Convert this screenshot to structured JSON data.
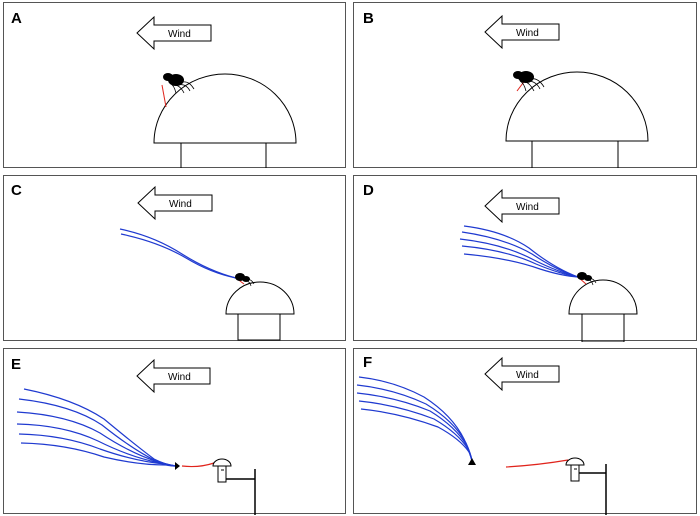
{
  "panels": [
    {
      "letter": "A",
      "wind_label": "Wind"
    },
    {
      "letter": "B",
      "wind_label": "Wind"
    },
    {
      "letter": "C",
      "wind_label": "Wind"
    },
    {
      "letter": "D",
      "wind_label": "Wind"
    },
    {
      "letter": "E",
      "wind_label": "Wind"
    },
    {
      "letter": "F",
      "wind_label": "Wind"
    }
  ],
  "colors": {
    "silk": "#1f3ad0",
    "dragline": "#e0241c",
    "outline": "#000000"
  }
}
